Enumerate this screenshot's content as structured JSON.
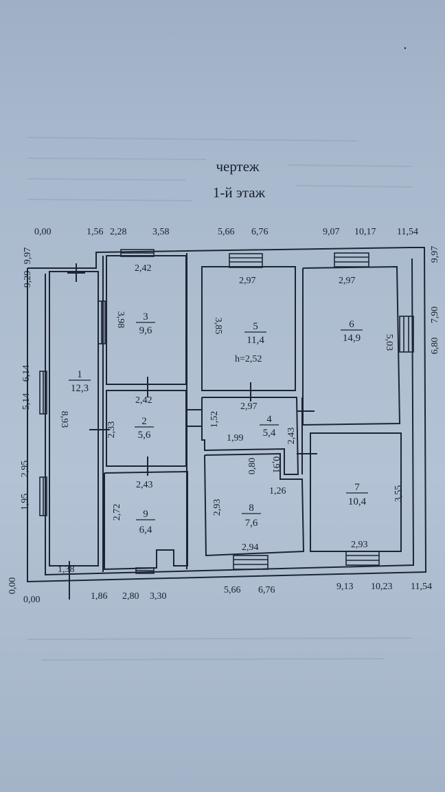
{
  "title": "чертеж",
  "subtitle": "1-й этаж",
  "top_axis": [
    "0,00",
    "1,56",
    "2,28",
    "3,58",
    "5,66",
    "6,76",
    "9,07",
    "10,17",
    "11,54"
  ],
  "bottom_axis": [
    "0,00",
    "1,86",
    "2,80",
    "3,30",
    "5,66",
    "6,76",
    "9,13",
    "10,23",
    "11,54"
  ],
  "left_axis": [
    "9,97",
    "9,29",
    "6,14",
    "5,14",
    "2,95",
    "1,95",
    "0,00"
  ],
  "right_axis": [
    "9,97",
    "7,90",
    "6,80"
  ],
  "rooms": [
    {
      "num": "1",
      "area": "12,3"
    },
    {
      "num": "2",
      "area": "5,6"
    },
    {
      "num": "3",
      "area": "9,6"
    },
    {
      "num": "4",
      "area": "5,4"
    },
    {
      "num": "5",
      "area": "11,4"
    },
    {
      "num": "6",
      "area": "14,9"
    },
    {
      "num": "7",
      "area": "10,4"
    },
    {
      "num": "8",
      "area": "7,6"
    },
    {
      "num": "9",
      "area": "6,4"
    }
  ],
  "dims": {
    "r1_len": "8,93",
    "r1_bottom": "1,38",
    "r3_top": "2,42",
    "r3_side": "3,98",
    "r2_top": "2,42",
    "r2_side": "2,33",
    "r9_top": "2,43",
    "r9_side": "2,72",
    "r5_top": "2,97",
    "r5_side": "3,85",
    "height": "h=2,52",
    "r6_top": "2,97",
    "r6_side": "5,03",
    "r4_top": "2,97",
    "r4_left": "1,52",
    "r4_width": "1,99",
    "r4_side": "2,43",
    "r4_a": "0,80",
    "r4_b": "0,91",
    "r4_c": "1,26",
    "r8_side": "2,93",
    "r8_bottom": "2,94",
    "r7_side": "3,55",
    "r7_bottom": "2,93"
  }
}
